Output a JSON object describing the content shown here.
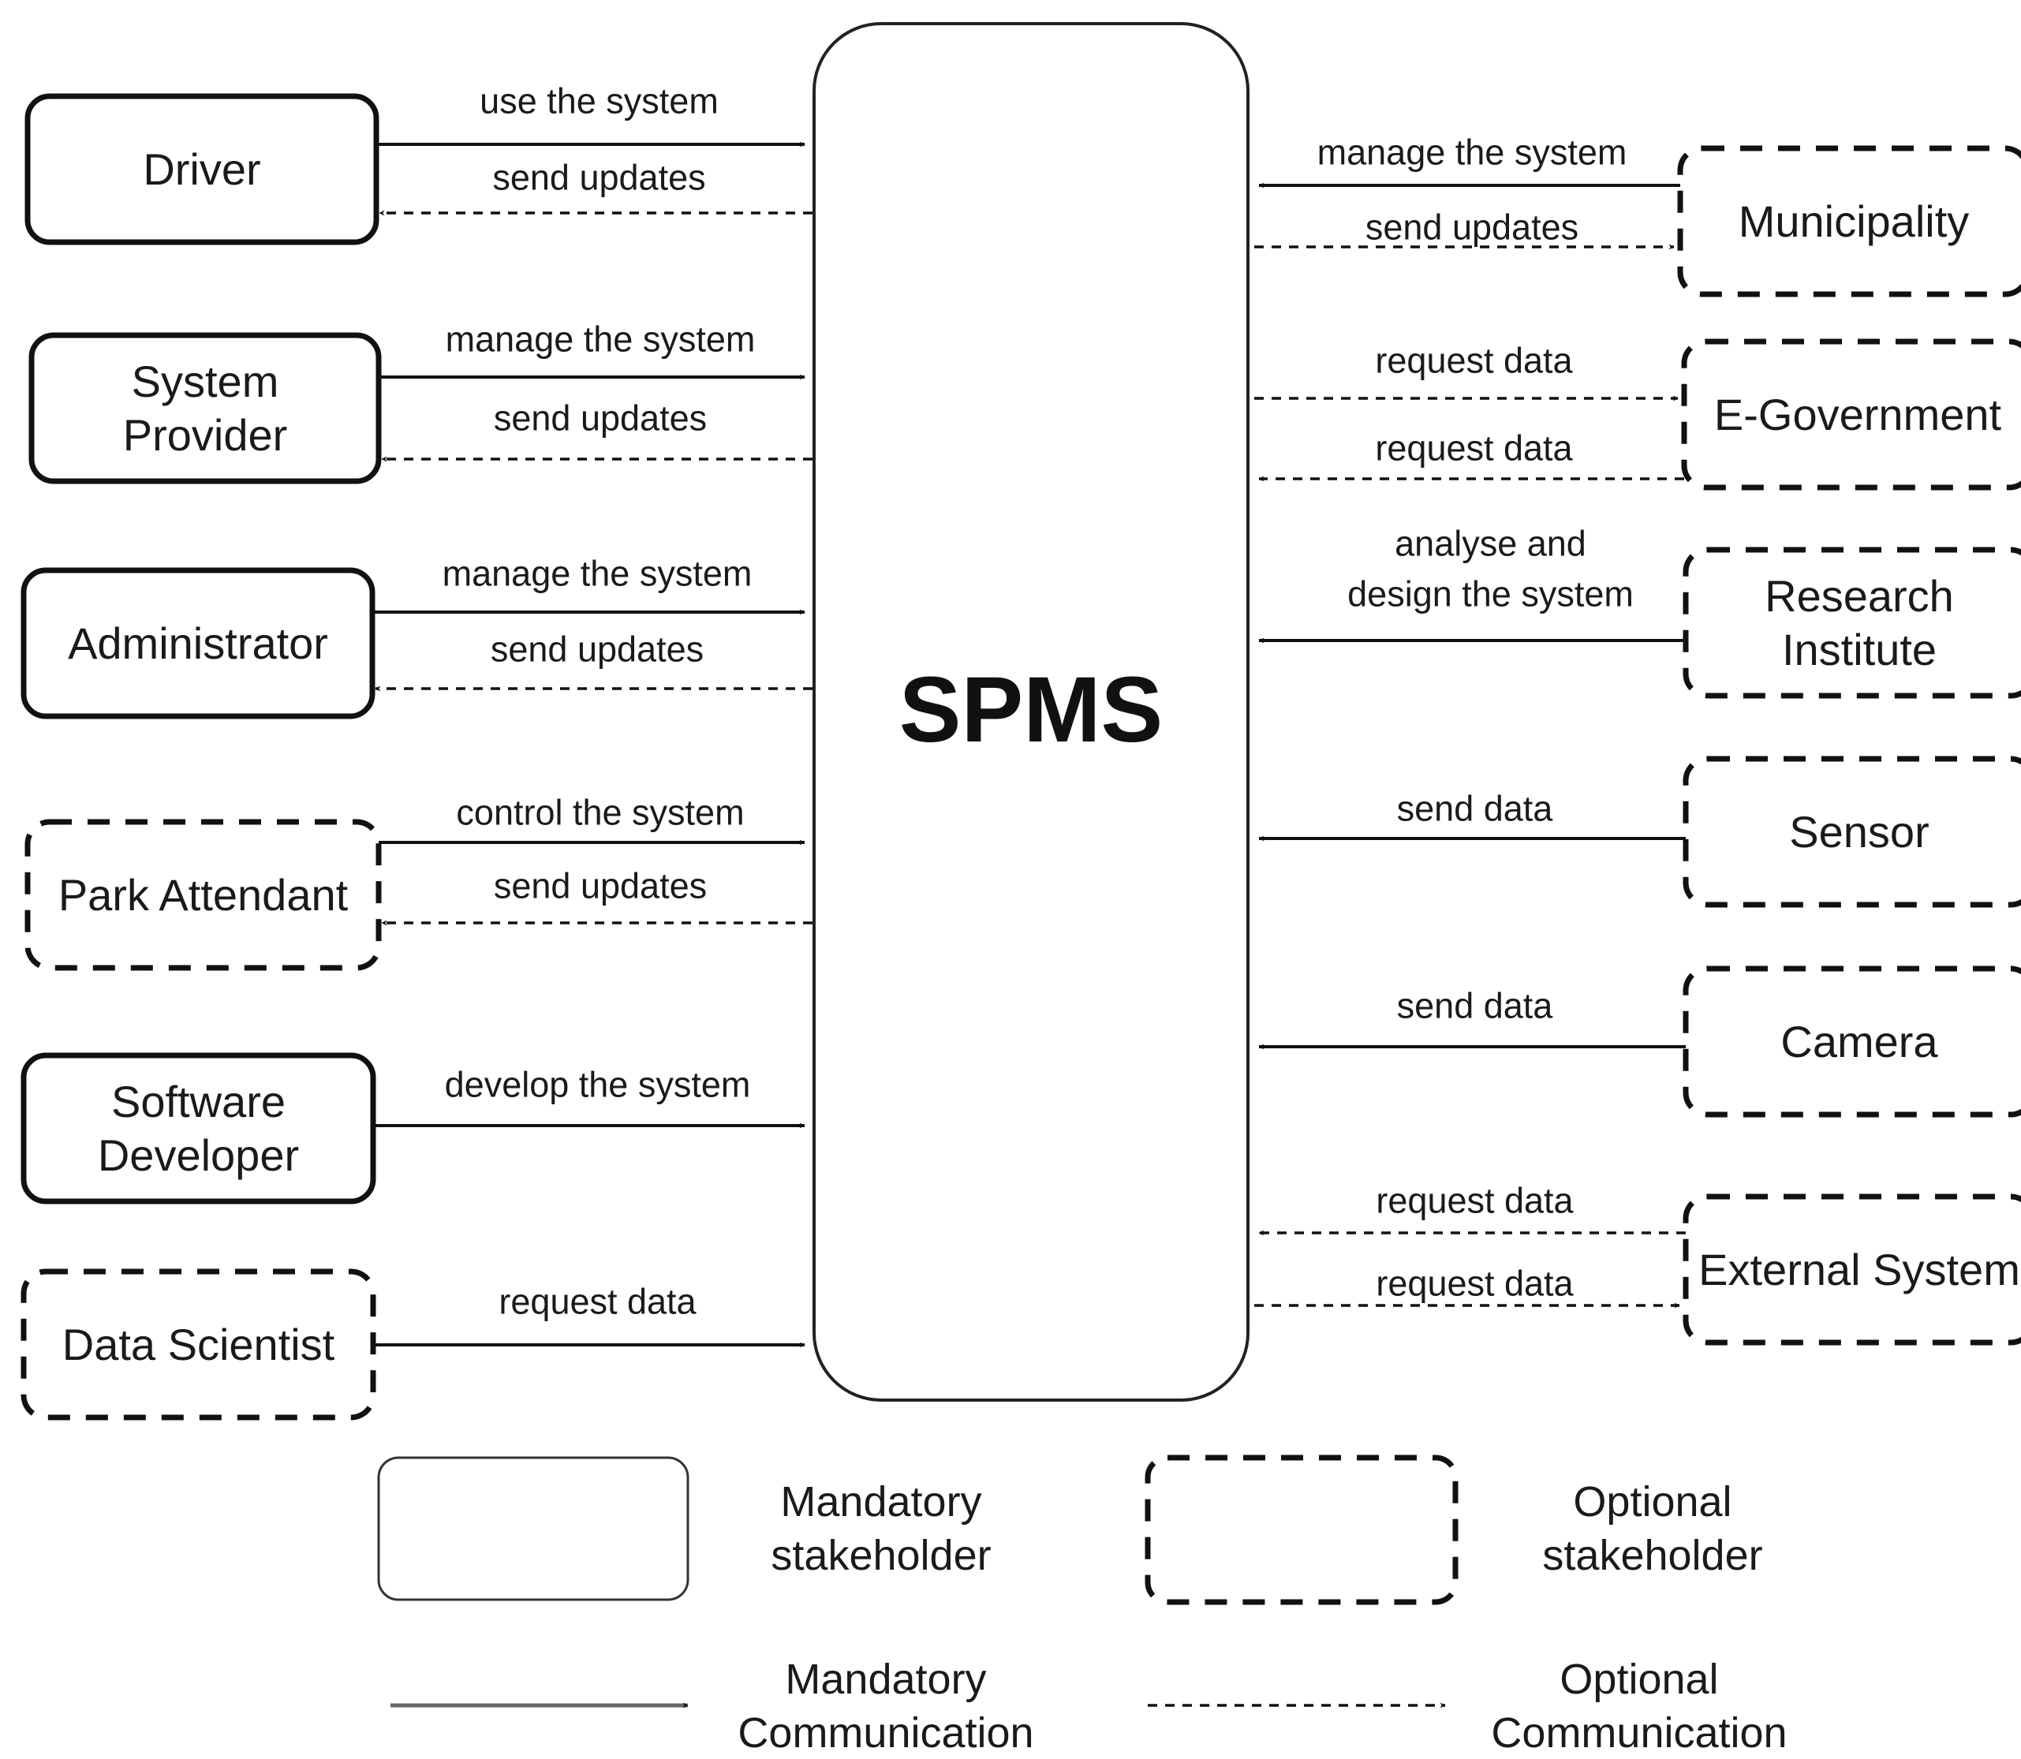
{
  "center": {
    "label": "SPMS"
  },
  "left_stakeholders": [
    {
      "lines": [
        "Driver"
      ],
      "kind": "mandatory",
      "edges": [
        {
          "label": "use the system",
          "style": "solid",
          "direction": "to-system"
        },
        {
          "label": "send updates",
          "style": "dashed",
          "direction": "to-stakeholder"
        }
      ]
    },
    {
      "lines": [
        "System",
        "Provider"
      ],
      "kind": "mandatory",
      "edges": [
        {
          "label": "manage the system",
          "style": "solid",
          "direction": "to-system"
        },
        {
          "label": "send updates",
          "style": "dashed",
          "direction": "to-stakeholder"
        }
      ]
    },
    {
      "lines": [
        "Administrator"
      ],
      "kind": "mandatory",
      "edges": [
        {
          "label": "manage the system",
          "style": "solid",
          "direction": "to-system"
        },
        {
          "label": "send updates",
          "style": "dashed",
          "direction": "to-stakeholder"
        }
      ]
    },
    {
      "lines": [
        "Park Attendant"
      ],
      "kind": "optional",
      "edges": [
        {
          "label": "control the system",
          "style": "solid",
          "direction": "to-system"
        },
        {
          "label": "send updates",
          "style": "dashed",
          "direction": "to-stakeholder"
        }
      ]
    },
    {
      "lines": [
        "Software",
        "Developer"
      ],
      "kind": "mandatory",
      "edges": [
        {
          "label": "develop the system",
          "style": "solid",
          "direction": "to-system"
        }
      ]
    },
    {
      "lines": [
        "Data Scientist"
      ],
      "kind": "optional",
      "edges": [
        {
          "label": "request data",
          "style": "solid",
          "direction": "to-system"
        }
      ]
    }
  ],
  "right_stakeholders": [
    {
      "lines": [
        "Municipality"
      ],
      "kind": "optional",
      "edges": [
        {
          "label": "manage the system",
          "style": "solid",
          "direction": "to-system"
        },
        {
          "label": "send updates",
          "style": "dashed",
          "direction": "to-stakeholder"
        }
      ]
    },
    {
      "lines": [
        "E-Government"
      ],
      "kind": "optional",
      "edges": [
        {
          "label": "request data",
          "style": "dashed",
          "direction": "to-stakeholder"
        },
        {
          "label": "request data",
          "style": "dashed",
          "direction": "to-system"
        }
      ]
    },
    {
      "lines": [
        "Research",
        "Institute"
      ],
      "kind": "optional",
      "edges": [
        {
          "label_lines": [
            "analyse and",
            "design the system"
          ],
          "style": "solid",
          "direction": "to-system"
        }
      ]
    },
    {
      "lines": [
        "Sensor"
      ],
      "kind": "optional",
      "edges": [
        {
          "label": "send data",
          "style": "solid",
          "direction": "to-system"
        }
      ]
    },
    {
      "lines": [
        "Camera"
      ],
      "kind": "optional",
      "edges": [
        {
          "label": "send data",
          "style": "solid",
          "direction": "to-system"
        }
      ]
    },
    {
      "lines": [
        "External System"
      ],
      "kind": "optional",
      "edges": [
        {
          "label": "request data",
          "style": "dashed",
          "direction": "to-system"
        },
        {
          "label": "request data",
          "style": "dashed",
          "direction": "to-stakeholder"
        }
      ]
    }
  ],
  "legend": {
    "mandatory_stakeholder": [
      "Mandatory",
      "stakeholder"
    ],
    "optional_stakeholder": [
      "Optional",
      "stakeholder"
    ],
    "mandatory_communication": [
      "Mandatory",
      "Communication"
    ],
    "optional_communication": [
      "Optional",
      "Communication"
    ]
  }
}
